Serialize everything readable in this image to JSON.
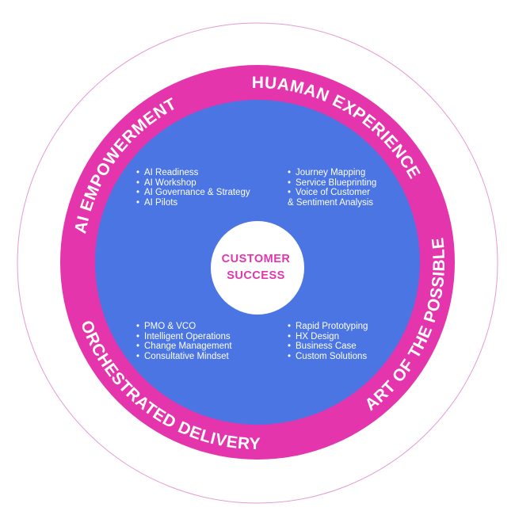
{
  "colors": {
    "ring": "#e535ad",
    "core": "#4a75e3",
    "center_fill": "#ffffff",
    "center_text": "#e236ae",
    "outline": "#e69ad2"
  },
  "center": {
    "line1": "CUSTOMER",
    "line2": "SUCCESS"
  },
  "ring_labels": {
    "top_left": "AI EMPOWERMENT",
    "top_right": "HUAMAN EXPERIENCE",
    "bottom_right": "ART OF THE POSSIBLE",
    "bottom_left": "ORCHESTRATED DELIVERY"
  },
  "quadrants": {
    "top_left": [
      "AI Readiness",
      "AI Workshop",
      "AI Governance & Strategy",
      "AI Pilots"
    ],
    "top_right": [
      "Journey Mapping",
      "Service Blueprinting",
      "Voice of Customer"
    ],
    "top_right_continuation": "& Sentiment Analysis",
    "bottom_left": [
      "PMO & VCO",
      "Intelligent Operations",
      "Change Management",
      "Consultative Mindset"
    ],
    "bottom_right": [
      "Rapid Prototyping",
      "HX Design",
      "Business Case",
      "Custom Solutions"
    ]
  },
  "bullet": "•"
}
